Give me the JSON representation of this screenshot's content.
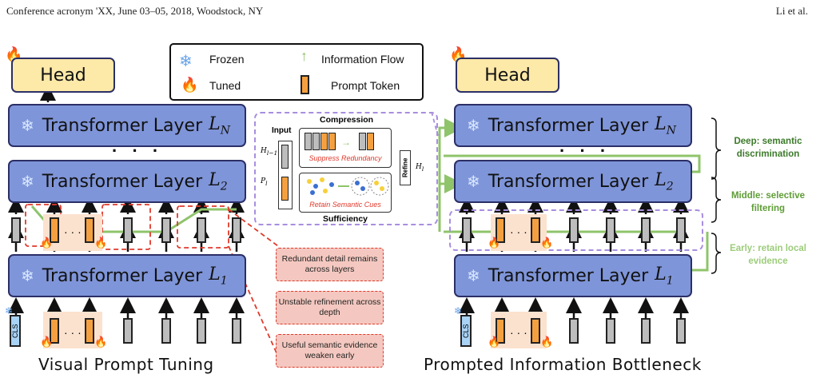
{
  "header": {
    "left": "Conference acronym 'XX, June 03–05, 2018, Woodstock, NY",
    "right": "Li et al."
  },
  "legend": {
    "frozen": "Frozen",
    "tuned": "Tuned",
    "info_flow": "Information Flow",
    "prompt_token": "Prompt Token"
  },
  "left": {
    "head": "Head",
    "layer_label": "Transformer Layer",
    "layers": [
      {
        "sym": "L",
        "sub": "N"
      },
      {
        "sym": "L",
        "sub": "2"
      },
      {
        "sym": "L",
        "sub": "1"
      }
    ],
    "dots": "· · ·",
    "token_dots": "· · ·",
    "cls": "CLS",
    "title": "Visual Prompt Tuning"
  },
  "right": {
    "head": "Head",
    "layer_label": "Transformer Layer",
    "layers": [
      {
        "sym": "L",
        "sub": "N"
      },
      {
        "sym": "L",
        "sub": "2"
      },
      {
        "sym": "L",
        "sub": "1"
      }
    ],
    "dots": "· · ·",
    "token_dots": "· · ·",
    "cls": "CLS",
    "title": "Prompted Information Bottleneck",
    "side_labels": [
      {
        "text": "Deep: semantic discrimination",
        "color": "#3c7a2a"
      },
      {
        "text": "Middle: selective filtering",
        "color": "#5e9d35"
      },
      {
        "text": "Early: retain local evidence",
        "color": "#9ccc7a"
      }
    ]
  },
  "inset": {
    "input": "Input",
    "h_prev": "H",
    "h_prev_sub": "l−1",
    "p": "P",
    "p_sub": "l",
    "compression": "Compression",
    "suppress": "Suppress Redundancy",
    "sufficiency": "Sufficiency",
    "retain": "Retain Semantic Cues",
    "refine": "Refine",
    "h_out": "H",
    "h_out_sub": "l"
  },
  "callouts": [
    "Redundant detail remains across layers",
    "Unstable refinement across depth",
    "Useful semantic evidence weaken early"
  ],
  "colors": {
    "layer": "#7f95d9",
    "head": "#fde9a8",
    "prompt": "#f5a040",
    "token": "#bdbdbd",
    "flow": "#8fc46b",
    "alert": "#e0392b"
  }
}
